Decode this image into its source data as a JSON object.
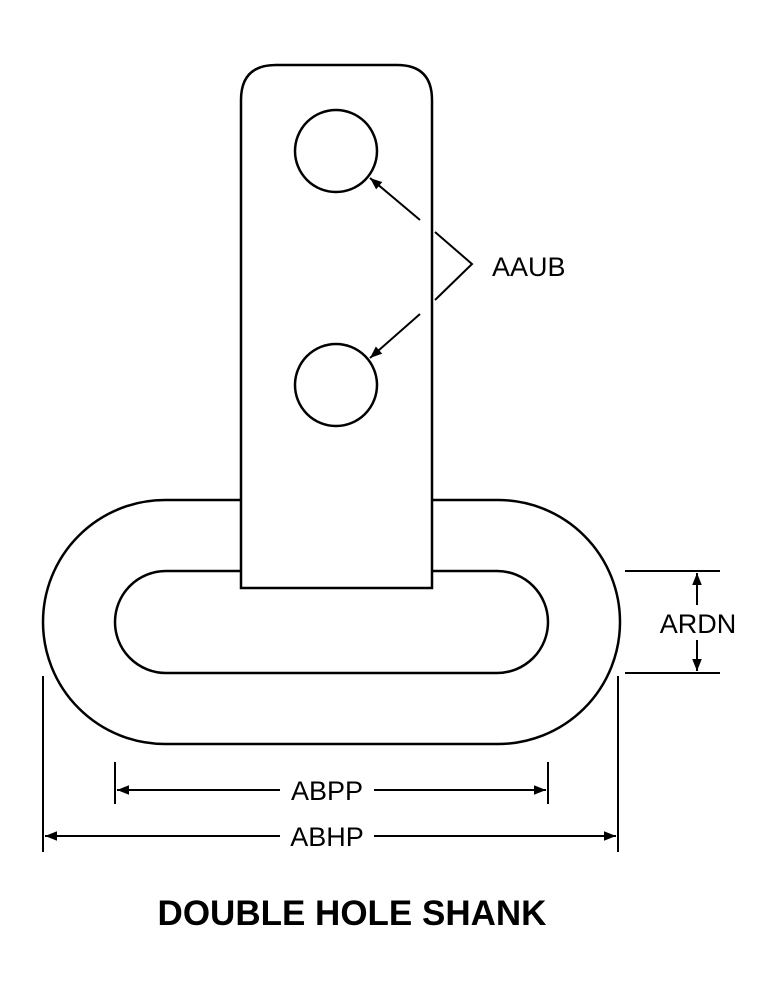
{
  "title": "DOUBLE HOLE SHANK",
  "labels": {
    "holes": "AAUB",
    "thickness": "ARDN",
    "inner_length": "ABPP",
    "outer_length": "ABHP"
  },
  "colors": {
    "line": "#000000",
    "background": "#ffffff"
  }
}
